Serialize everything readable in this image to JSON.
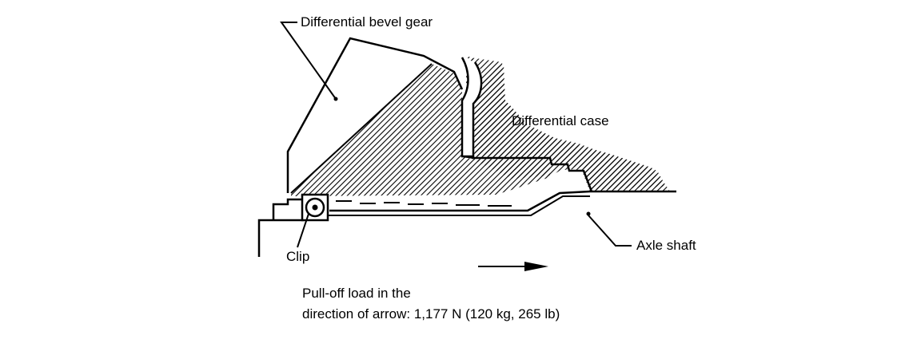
{
  "labels": {
    "bevel_gear": "Differential bevel gear",
    "case": "Differential case",
    "clip": "Clip",
    "axle_shaft": "Axle shaft",
    "note_line1": "Pull-off load in the",
    "note_line2": "direction of arrow: 1,177 N (120 kg, 265 lb)"
  },
  "colors": {
    "ink": "#000000",
    "background": "#ffffff"
  }
}
